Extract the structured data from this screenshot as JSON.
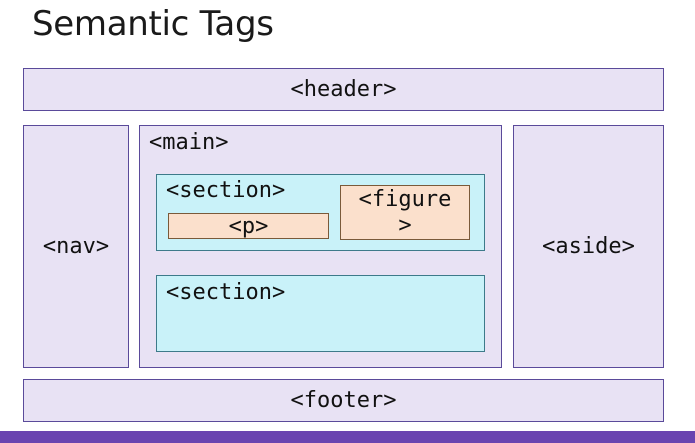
{
  "title": "Semantic Tags",
  "diagram": {
    "header": "<header>",
    "nav": "<nav>",
    "main": "<main>",
    "section1": "<section>",
    "p": "<p>",
    "figure_line1": "<figure",
    "figure_line2": ">",
    "section2": "<section>",
    "aside": "<aside>",
    "footer": "<footer>"
  },
  "colors": {
    "block_fill": "#e8e2f4",
    "section_fill": "#c9f2f9",
    "leaf_fill": "#fbe0cc",
    "border": "#5a4a9a",
    "accent_bar": "#6a44b0"
  }
}
